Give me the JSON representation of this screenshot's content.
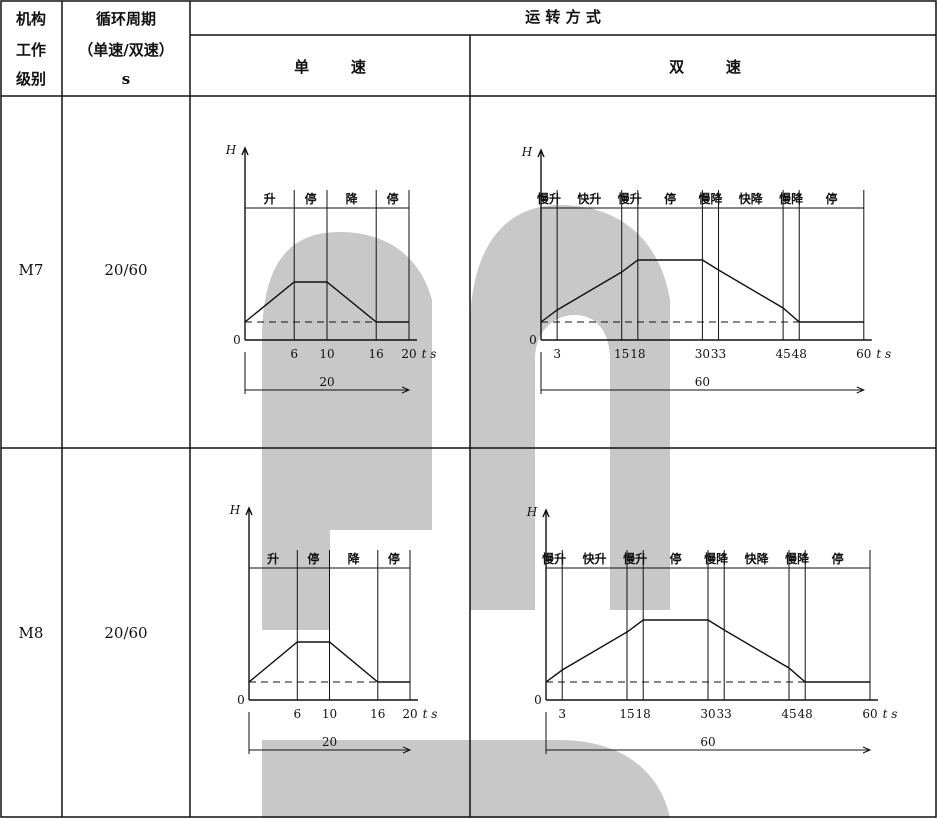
{
  "table": {
    "headers": {
      "level": [
        "机构",
        "工作",
        "级别"
      ],
      "cycle": [
        "循环周期",
        "（单速/双速）",
        "s"
      ],
      "mode": "运 转 方 式",
      "single": "单        速",
      "double": "双        速"
    },
    "rows": [
      {
        "level": "M7",
        "cycle": "20/60"
      },
      {
        "level": "M8",
        "cycle": "20/60"
      }
    ]
  },
  "diagram": {
    "h_label": "H",
    "origin_label": "0",
    "t_label": "t s",
    "single": {
      "phases": [
        "升",
        "停",
        "降",
        "停"
      ],
      "ticks": [
        "6",
        "10",
        "16",
        "20"
      ],
      "period": "20"
    },
    "double": {
      "phases": [
        "慢升",
        "快升",
        "慢升",
        "停",
        "慢降",
        "快降",
        "慢降",
        "停"
      ],
      "ticks": [
        "3",
        "15",
        "18",
        "30",
        "33",
        "45",
        "48",
        "60"
      ],
      "period": "60"
    }
  }
}
